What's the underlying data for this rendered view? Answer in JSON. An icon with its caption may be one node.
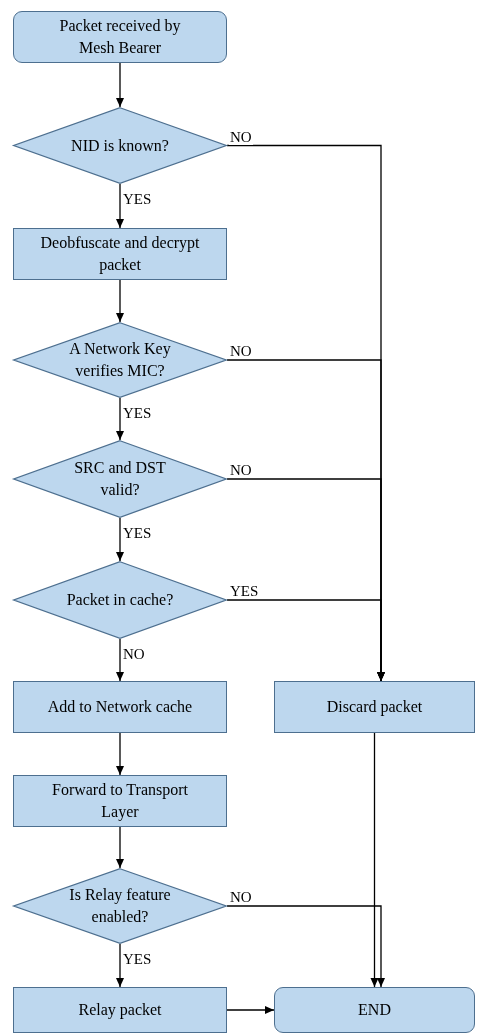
{
  "diagram": {
    "nodes": [
      {
        "text": [
          "Packet received by Mesh Bearer"
        ]
      },
      {
        "text": [
          "NID is known?"
        ]
      },
      {
        "text": [
          "Deobfuscate and decrypt packet"
        ]
      },
      {
        "text": [
          "A Network Key verifies MIC?"
        ]
      },
      {
        "text": [
          "SRC and DST valid?"
        ]
      },
      {
        "text": [
          "Packet in cache?"
        ]
      },
      {
        "text": [
          "Add to Network cache"
        ]
      },
      {
        "text": [
          "Discard packet"
        ]
      },
      {
        "text": [
          "Forward to Transport Layer"
        ]
      },
      {
        "text": [
          "Is Relay feature enabled?"
        ]
      },
      {
        "text": [
          "Relay packet"
        ]
      },
      {
        "text": [
          "END"
        ]
      }
    ],
    "edges": [
      {
        "from": 0,
        "to": 1,
        "arrow": "to"
      },
      {
        "from": 1,
        "to": 2,
        "arrow": "to",
        "label": "YES"
      },
      {
        "from": 1,
        "to": 7,
        "arrow": "to",
        "label": "NO"
      },
      {
        "from": 2,
        "to": 3,
        "arrow": "to"
      },
      {
        "from": 3,
        "to": 4,
        "arrow": "to",
        "label": "YES"
      },
      {
        "from": 3,
        "to": 7,
        "arrow": "to",
        "label": "NO"
      },
      {
        "from": 4,
        "to": 5,
        "arrow": "to",
        "label": "YES"
      },
      {
        "from": 4,
        "to": 7,
        "arrow": "to",
        "label": "NO"
      },
      {
        "from": 5,
        "to": 6,
        "arrow": "to",
        "label": "NO"
      },
      {
        "from": 5,
        "to": 7,
        "arrow": "to",
        "label": "YES"
      },
      {
        "from": 6,
        "to": 8,
        "arrow": "to"
      },
      {
        "from": 7,
        "to": 11,
        "arrow": "to"
      },
      {
        "from": 8,
        "to": 9,
        "arrow": "to"
      },
      {
        "from": 9,
        "to": 10,
        "arrow": "to",
        "label": "YES"
      },
      {
        "from": 9,
        "to": 11,
        "arrow": "to",
        "label": "NO"
      },
      {
        "from": 10,
        "to": 11,
        "arrow": "to"
      }
    ]
  }
}
